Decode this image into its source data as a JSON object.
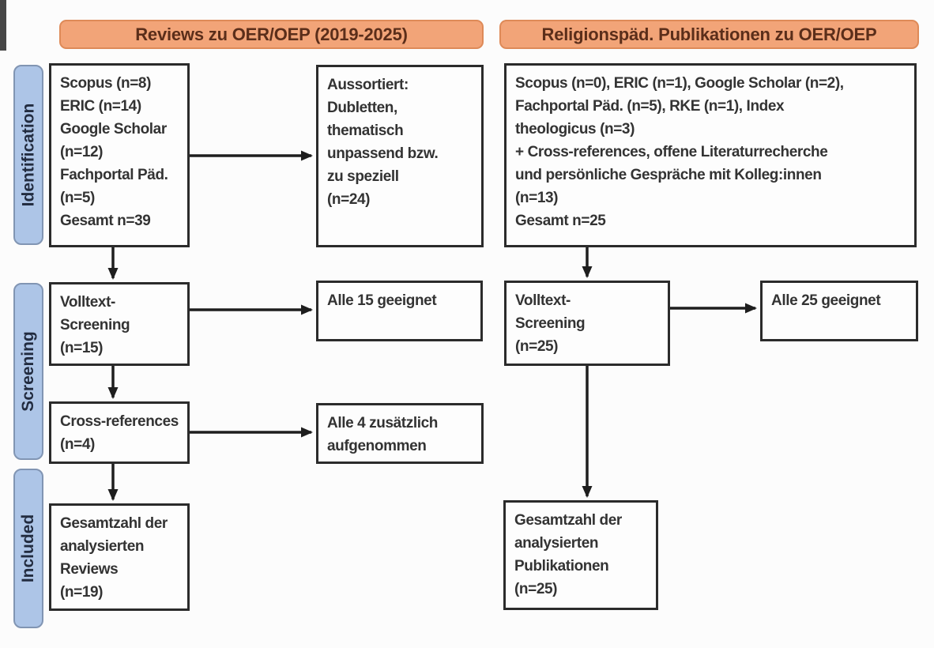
{
  "diagram": {
    "headers": {
      "left": "Reviews zu OER/OEP (2019-2025)",
      "right": "Religionspäd. Publikationen zu OER/OEP"
    },
    "stages": {
      "identification": "Identification",
      "screening": "Screening",
      "included": "Included"
    },
    "left_column": {
      "sources": "Scopus (n=8)\nERIC (n=14)\nGoogle Scholar\n(n=12)\nFachportal Päd.\n(n=5)\nGesamt n=39",
      "excluded": "Aussortiert:\nDubletten,\nthematisch\nunpassend bzw.\nzu speziell\n(n=24)",
      "fulltext_screening": "Volltext-\nScreening\n(n=15)",
      "fulltext_result": "Alle 15 geeignet",
      "cross_references": "Cross-references\n(n=4)",
      "cross_references_result": "Alle 4 zusätzlich\naufgenommen",
      "included_total": "Gesamtzahl der\nanalysierten\nReviews\n(n=19)"
    },
    "right_column": {
      "sources": "Scopus (n=0), ERIC (n=1), Google Scholar (n=2),\nFachportal Päd. (n=5), RKE (n=1), Index\ntheologicus (n=3)\n+ Cross-references, offene Literaturrecherche\nund persönliche Gespräche mit Kolleg:innen\n(n=13)\nGesamt n=25",
      "fulltext_screening": "Volltext-\nScreening\n(n=25)",
      "fulltext_result": "Alle 25 geeignet",
      "included_total": "Gesamtzahl der\nanalysierten\nPublikationen\n(n=25)"
    },
    "colors": {
      "header_fill": "#f2a478",
      "header_border": "#de8a58",
      "header_text": "#5b2e1a",
      "stage_fill": "#adc5e7",
      "stage_border": "#8195b3",
      "stage_text": "#222c40",
      "box_border": "#2b2b2b",
      "box_bg": "#fdfdfd",
      "box_text": "#333333",
      "arrow": "#1e1e1e",
      "canvas_bg": "#fcfcfc",
      "artifact": "#474747"
    }
  }
}
